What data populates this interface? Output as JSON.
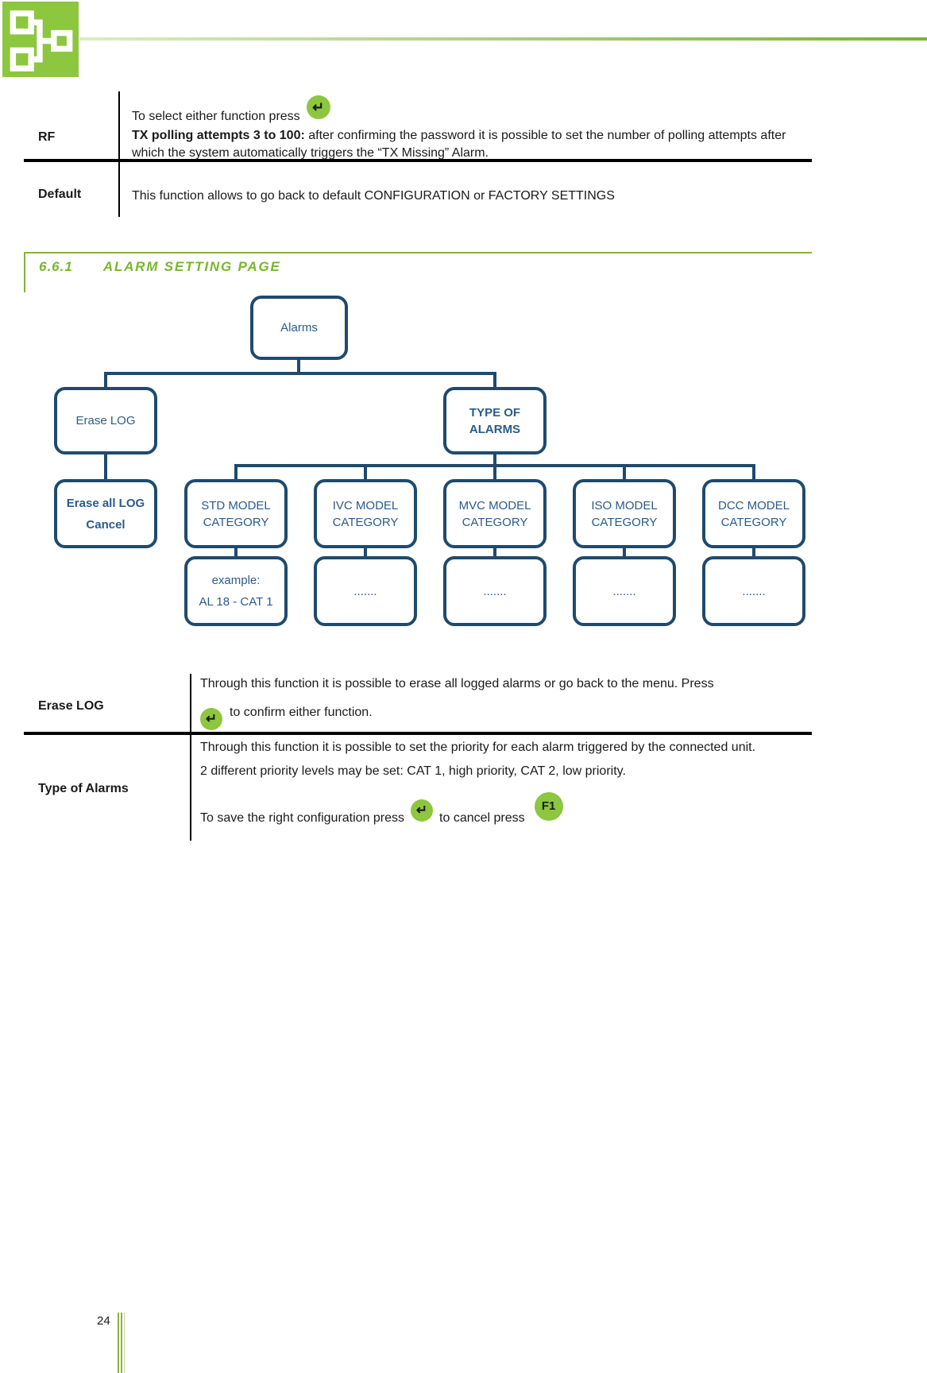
{
  "page": {
    "number": "24"
  },
  "colors": {
    "navy_border": "#1f4a6e",
    "navy_text": "#2a5b8c",
    "logo_green": "#8dc63f",
    "heading_green": "#76b82a",
    "line_gradient_start": "#dcedc2",
    "line_gradient_end": "#79b13c"
  },
  "icons": {
    "enter_glyph": "↵",
    "f1_label": "F1",
    "logo_icon": "network-hierarchy"
  },
  "table1": {
    "rows": [
      {
        "label": "RF",
        "press_text": "To select either function press",
        "bold_lead": "TX polling attempts 3 to 100:",
        "rest": " after confirming the password it is possible to set the number of polling attempts after which the system automatically triggers the “TX Missing” Alarm."
      },
      {
        "label": "Default",
        "text": "This function allows to go back to default CONFIGURATION or FACTORY SETTINGS"
      }
    ]
  },
  "section": {
    "number": "6.6.1",
    "title": "ALARM SETTING PAGE"
  },
  "flowchart": {
    "alarms": "Alarms",
    "erase_log": "Erase LOG",
    "type_of_alarms": {
      "line1": "TYPE OF",
      "line2": "ALARMS"
    },
    "erase_all": {
      "line1": "Erase all LOG",
      "line2": "Cancel"
    },
    "categories": [
      {
        "line1": "STD MODEL",
        "line2": "CATEGORY"
      },
      {
        "line1": "IVC MODEL",
        "line2": "CATEGORY"
      },
      {
        "line1": "MVC MODEL",
        "line2": "CATEGORY"
      },
      {
        "line1": "ISO MODEL",
        "line2": "CATEGORY"
      },
      {
        "line1": "DCC MODEL",
        "line2": "CATEGORY"
      }
    ],
    "example": {
      "line1": "example:",
      "line2": "AL 18 - CAT 1"
    },
    "dots": "......."
  },
  "table2": {
    "rows": [
      {
        "label": "Erase LOG",
        "line1": "Through this function it is possible to erase all logged alarms or go back to the menu. Press",
        "line2_after_icon": "to confirm either function."
      },
      {
        "label": "Type of Alarms",
        "p1": "Through this function it is possible to set the priority for each alarm triggered by the connected unit.",
        "p2": "2 different priority levels may be set: CAT 1, high priority, CAT 2, low priority.",
        "p3_before": "To save the right configuration press",
        "p3_middle": "to cancel press"
      }
    ]
  }
}
